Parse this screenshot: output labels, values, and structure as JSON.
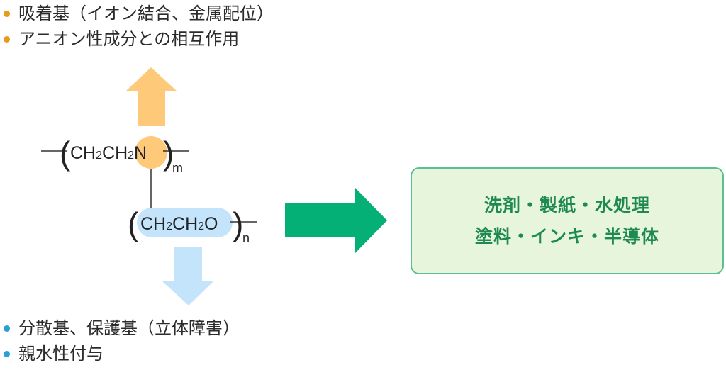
{
  "colors": {
    "orange_accent": "#ffc97a",
    "orange_dot": "#e99a16",
    "blue_accent": "#c4e4fc",
    "blue_dot": "#2a9fd8",
    "green_arrow": "#05b077",
    "green_text": "#1f8a50",
    "box_fill": "#e6f5dc",
    "box_border": "#5cbf93"
  },
  "top_list": {
    "items": [
      {
        "text": "吸着基（イオン結合、金属配位）"
      },
      {
        "text": "アニオン性成分との相互作用"
      }
    ]
  },
  "bottom_list": {
    "items": [
      {
        "text": "分散基、保護基（立体障害）"
      },
      {
        "text": "親水性付与"
      }
    ]
  },
  "structure": {
    "unit1": {
      "text": "CH",
      "sub1": "2",
      "mid": "CH",
      "sub2": "2",
      "atom": "N",
      "subscript": "m"
    },
    "unit2": {
      "text": "CH",
      "sub1": "2",
      "mid": "CH",
      "sub2": "2",
      "atom": "O",
      "subscript": "n"
    },
    "paren_open": "(",
    "paren_close": ")"
  },
  "applications": {
    "line1": "洗剤・製紙・水処理",
    "line2": "塗料・インキ・半導体"
  }
}
